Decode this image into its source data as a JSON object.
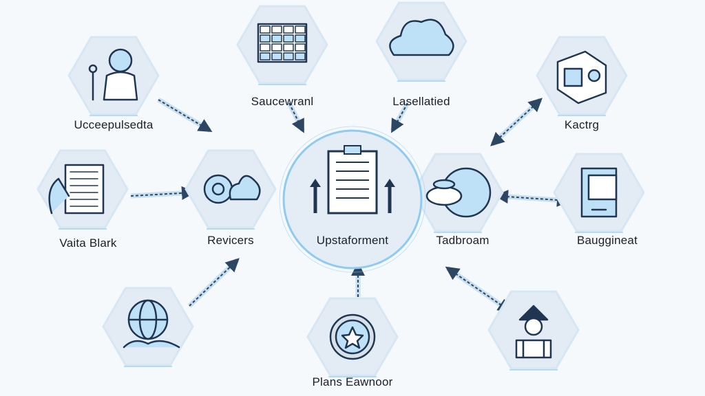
{
  "diagram": {
    "center": {
      "label": "Upstaforment",
      "icon": "clipboard-icon"
    },
    "nodes": [
      {
        "id": "ucceepulsedta",
        "label": "Ucceepulsedta",
        "icon": "person-icon"
      },
      {
        "id": "saucewranl",
        "label": "Saucewranl",
        "icon": "server-rack-icon"
      },
      {
        "id": "lasellatied",
        "label": "Lasellatied",
        "icon": "cloud-icon"
      },
      {
        "id": "kactrg",
        "label": "Kactrg",
        "icon": "machine-icon"
      },
      {
        "id": "vaita-blark",
        "label": "Vaita Blark",
        "icon": "document-list-icon"
      },
      {
        "id": "revicers",
        "label": "Revicers",
        "icon": "cloud-gear-icon"
      },
      {
        "id": "tadbroam",
        "label": "Tadbroam",
        "icon": "globe-disc-icon"
      },
      {
        "id": "bauggineat",
        "label": "Bauggineat",
        "icon": "device-icon"
      },
      {
        "id": "globe",
        "label": "",
        "icon": "globe-icon"
      },
      {
        "id": "plans-eawnoor",
        "label": "Plans Eawnoor",
        "icon": "star-badge-icon"
      },
      {
        "id": "pirate",
        "label": "",
        "icon": "figure-icon"
      }
    ]
  },
  "colors": {
    "hex_fill": "#e3ecf4",
    "hex_stroke": "#d6e6f2",
    "accent": "#8fcbf0",
    "ink": "#1f3550",
    "icon_fill": "#bfe1f7"
  }
}
